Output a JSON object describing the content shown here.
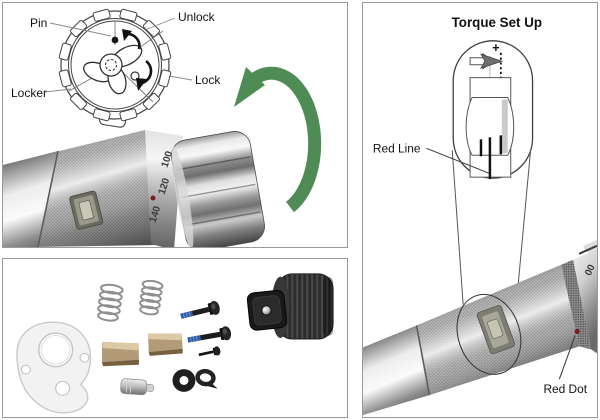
{
  "panel_dial": {
    "labels": {
      "pin": "Pin",
      "unlock": "Unlock",
      "locker": "Locker",
      "lock": "Lock"
    },
    "scale_numbers": [
      "100",
      "120",
      "140"
    ]
  },
  "panel_parts": {
    "parts": [
      "washer-plate",
      "spring",
      "spring",
      "pawl",
      "pawl",
      "retainer-pin",
      "o-ring",
      "retaining-clip",
      "blue-screw",
      "blue-screw",
      "small-screw",
      "ratchet-knob"
    ]
  },
  "panel_torque": {
    "title": "Torque Set Up",
    "plus_sign": "+",
    "labels": {
      "red_line": "Red Line",
      "red_dot": "Red Dot"
    },
    "scale_numbers": [
      "00"
    ]
  },
  "colors": {
    "rotation_arrow_green": "#4E8B55",
    "red_marker": "#7C1C1C",
    "screw_blue": "#2E5FA8",
    "brass": "#B49B78",
    "panel_border": "#9A9A9A"
  }
}
